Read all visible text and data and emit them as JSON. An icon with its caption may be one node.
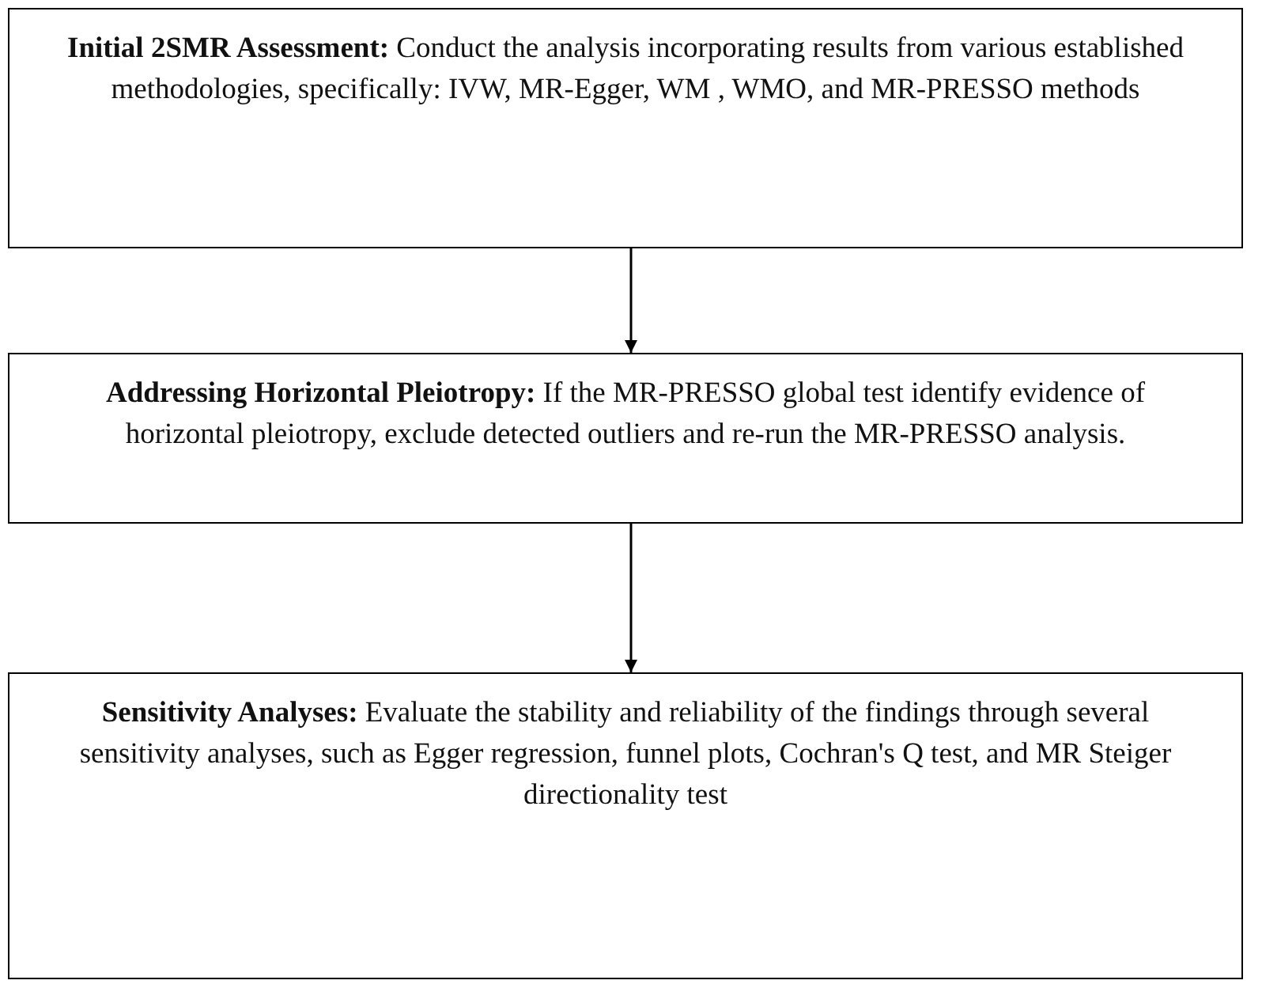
{
  "diagram": {
    "nodes": [
      {
        "text": [
          "**Initial 2SMR Assessment:** Conduct the analysis incorporating results from various established methodologies, specifically: IVW, MR-Egger, WM , WMO, and MR-PRESSO methods"
        ]
      },
      {
        "text": [
          "**Addressing Horizontal Pleiotropy:** If the MR-PRESSO global test identify evidence of horizontal pleiotropy, exclude detected outliers and re-run the MR-PRESSO analysis."
        ]
      },
      {
        "text": [
          "**Sensitivity Analyses:** Evaluate the stability and reliability of the findings through several sensitivity analyses, such as Egger regression, funnel plots, Cochran's Q test, and MR Steiger directionality test"
        ]
      }
    ],
    "edges": [
      {
        "from": 0,
        "to": 1,
        "arrow": "to"
      },
      {
        "from": 1,
        "to": 2,
        "arrow": "to"
      }
    ]
  }
}
